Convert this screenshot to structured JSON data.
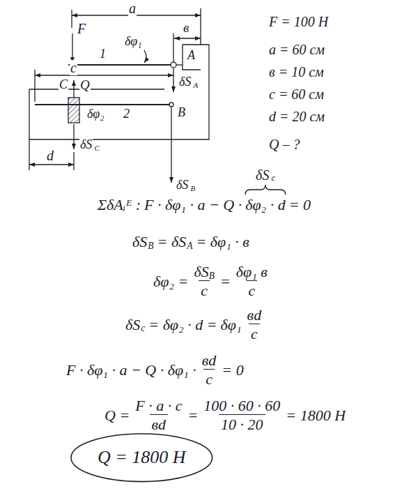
{
  "diagram": {
    "labels": [
      "a",
      "F",
      "1",
      "δφ₁",
      "в",
      "A",
      "c",
      "δS",
      "A",
      "C",
      "Q",
      "δφ₂",
      "2",
      "B",
      "δS",
      "C",
      "d",
      "δS",
      "B",
      "F = 100 Н",
      "a = 60 см",
      "в = 10 см",
      "c = 60 см",
      "d = 20 см",
      "Q – ?",
      "ΣδAᵢᴱ :",
      "F · δφ₁ · a − Q ·",
      "δφ₂ · d",
      "= 0",
      "δS",
      "c",
      "δS",
      "B",
      "= δS",
      "A",
      "= δφ₁ · в",
      "δφ₂ =",
      "δS",
      "B",
      "c",
      "=",
      "δφ₁ в",
      "c",
      "δS",
      "c",
      "= δφ₂ · d =",
      "δφ₁",
      "вd",
      "c",
      "F · δφ₁ · a − Q · δφ₁ ·",
      "вd",
      "c",
      "= 0",
      "Q =",
      "F · a · c",
      "вd",
      "=",
      "100 · 60 · 60",
      "10 · 20",
      "= 1800 Н",
      "Q = 1800 Н"
    ]
  }
}
